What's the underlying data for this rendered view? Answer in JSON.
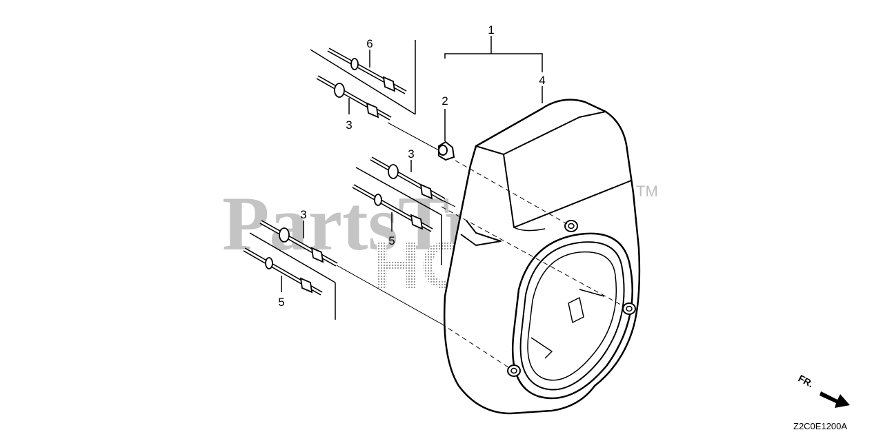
{
  "watermark": {
    "brand": "PartsTree",
    "trademark": "TM",
    "maker": "HONDA"
  },
  "callouts": [
    "1",
    "2",
    "3",
    "3",
    "3",
    "4",
    "5",
    "5",
    "6"
  ],
  "direction_label": "FR.",
  "diagram_code": "Z2C0E1200A"
}
